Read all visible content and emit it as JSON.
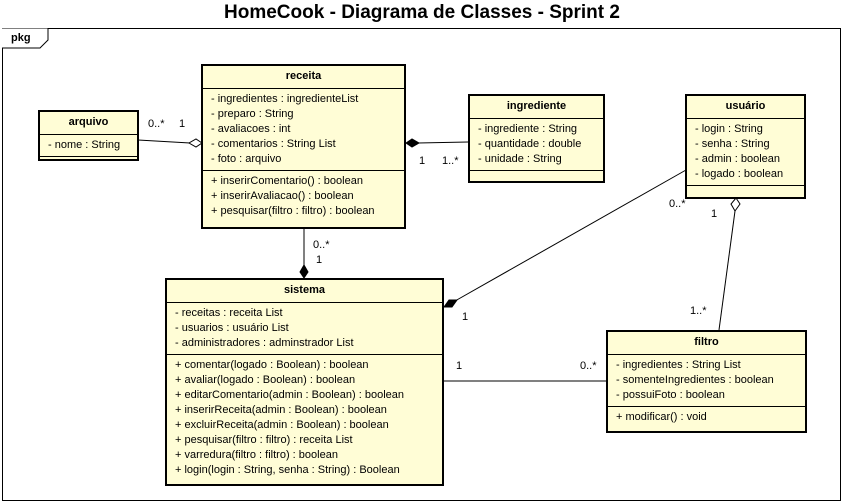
{
  "title": "HomeCook - Diagrama de Classes - Sprint 2",
  "package_label": "pkg",
  "classes": {
    "arquivo": {
      "name": "arquivo",
      "attributes": [
        "- nome : String"
      ],
      "methods": []
    },
    "receita": {
      "name": "receita",
      "attributes": [
        "- ingredientes : ingredienteList",
        "- preparo : String",
        "- avaliacoes : int",
        "- comentarios : String List",
        "- foto : arquivo"
      ],
      "methods": [
        "+ inserirComentario() : boolean",
        "+ inserirAvaliacao() : boolean",
        "+ pesquisar(filtro : filtro) : boolean"
      ]
    },
    "ingrediente": {
      "name": "ingrediente",
      "attributes": [
        "- ingrediente : String",
        "- quantidade : double",
        "- unidade : String"
      ],
      "methods": []
    },
    "usuario": {
      "name": "usuário",
      "attributes": [
        "- login : String",
        "- senha : String",
        "- admin : boolean",
        "- logado : boolean"
      ],
      "methods": []
    },
    "sistema": {
      "name": "sistema",
      "attributes": [
        "- receitas : receita List",
        "- usuarios : usuário List",
        "- administradores : adminstrador List"
      ],
      "methods": [
        "+ comentar(logado : Boolean) : boolean",
        "+ avaliar(logado : Boolean) : boolean",
        "+ editarComentario(admin : Boolean) : boolean",
        "+ inserirReceita(admin : Boolean) : boolean",
        "+ excluirReceita(admin : Boolean) : boolean",
        "+ pesquisar(filtro : filtro) : receita List",
        "+ varredura(filtro : filtro) : boolean",
        "+ login(login : String, senha : String) : Boolean"
      ]
    },
    "filtro": {
      "name": "filtro",
      "attributes": [
        "- ingredientes : String List",
        "- somenteIngredientes : boolean",
        "- possuiFoto : boolean"
      ],
      "methods": [
        "+ modificar() : void"
      ]
    }
  },
  "relationships": [
    {
      "id": "arquivo-receita",
      "from": "arquivo",
      "to": "receita",
      "kind": "aggregation",
      "from_mult": "0..*",
      "to_mult": "1"
    },
    {
      "id": "receita-ingrediente",
      "from": "receita",
      "to": "ingrediente",
      "kind": "composition",
      "from_mult": "1",
      "to_mult": "1..*"
    },
    {
      "id": "receita-sistema",
      "from": "receita",
      "to": "sistema",
      "kind": "composition",
      "from_mult": "0..*",
      "to_mult": "1"
    },
    {
      "id": "usuario-sistema",
      "from": "usuario",
      "to": "sistema",
      "kind": "composition",
      "from_mult": "0..*",
      "to_mult": "1"
    },
    {
      "id": "usuario-filtro",
      "from": "usuario",
      "to": "filtro",
      "kind": "aggregation",
      "from_mult": "1",
      "to_mult": "1..*"
    },
    {
      "id": "sistema-filtro",
      "from": "sistema",
      "to": "filtro",
      "kind": "association",
      "from_mult": "1",
      "to_mult": "0..*"
    }
  ]
}
